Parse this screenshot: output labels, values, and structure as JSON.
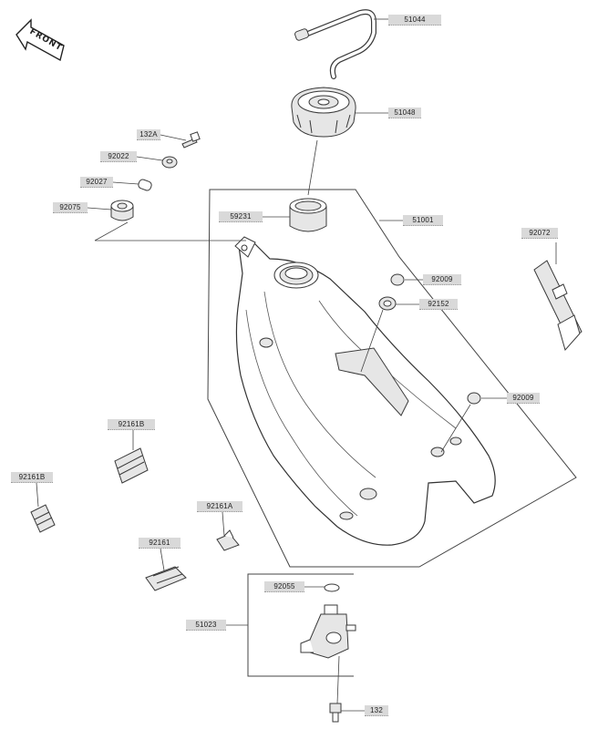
{
  "orientation": {
    "front_label": "FRONT",
    "icon": "front-arrow-icon"
  },
  "parts": {
    "fuel_hose": "51044",
    "fuel_cap": "51048",
    "filler_collar": "59231",
    "fuel_tank": "51001",
    "tank_strap": "92072",
    "bolt_132a": "132A",
    "washer": "92022",
    "collar_92027": "92027",
    "damper_92075": "92075",
    "rubber_cap_upper": "92009",
    "grommet_92152": "92152",
    "rubber_cap_lower": "92009",
    "cushion_92161b_upper": "92161B",
    "cushion_92161b_left": "92161B",
    "cushion_92161a": "92161A",
    "cushion_92161": "92161",
    "fuel_cock": "51023",
    "o_ring": "92055",
    "bolt_132": "132"
  }
}
